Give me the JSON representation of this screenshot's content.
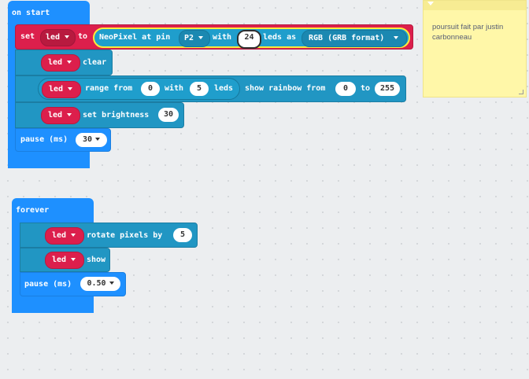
{
  "on_start": {
    "hat_label": "on start",
    "set_block": {
      "set_label": "set",
      "var": "led",
      "to_label": "to",
      "neopixel_label": "NeoPixel at pin",
      "pin": "P2",
      "with_label": "with",
      "count": "24",
      "leds_as_label": "leds as",
      "mode": "RGB (GRB format)"
    },
    "clear_block": {
      "var": "led",
      "label": "clear"
    },
    "rainbow_block": {
      "var": "led",
      "range_label": "range from",
      "from": "0",
      "with_label": "with",
      "count": "5",
      "leds_label": "leds",
      "show_label": "show rainbow from",
      "hue_from": "0",
      "to_label": "to",
      "hue_to": "255"
    },
    "brightness_block": {
      "var": "led",
      "label": "set brightness",
      "value": "30"
    },
    "pause_block": {
      "label": "pause (ms)",
      "value": "30"
    }
  },
  "forever": {
    "hat_label": "forever",
    "rotate_block": {
      "var": "led",
      "label": "rotate pixels by",
      "value": "5"
    },
    "show_block": {
      "var": "led",
      "label": "show"
    },
    "pause_block": {
      "label": "pause (ms)",
      "value": "0.50"
    }
  },
  "comment": {
    "text": "poursuit fait par justin carbonneau"
  },
  "colors": {
    "basic": "#1e90ff",
    "neopixel": "#2196c3",
    "variables": "#dc1f4c",
    "highlight": "#ffeb3b"
  }
}
